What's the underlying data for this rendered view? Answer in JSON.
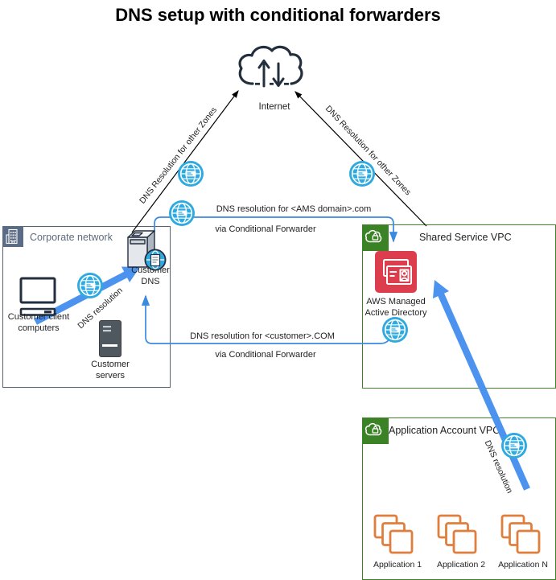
{
  "title": "DNS setup with conditional forwarders",
  "internet": {
    "label": "Internet",
    "icon": "cloud-up-down-arrows"
  },
  "edge_labels": {
    "left_zones": "DNS Resolution for other Zones",
    "right_zones": "DNS Resolution for other Zones",
    "ams_forwarder_line1": "DNS resolution for <AMS domain>.com",
    "ams_forwarder_line2": "via Conditional Forwarder",
    "customer_forwarder_line1": "DNS resolution for <customer>.COM",
    "customer_forwarder_line2": "via Conditional Forwarder",
    "corp_dns_resolution": "DNS resolution",
    "app_dns_resolution": "DNS resolution"
  },
  "corporate_network": {
    "title": "Corporate network",
    "icon": "corporate-building",
    "client_computers_label": "Customer client computers",
    "dns_label": "Customer DNS",
    "servers_label": "Customer servers"
  },
  "shared_service_vpc": {
    "title": "Shared Service VPC",
    "icon": "vpc-cloud-lock",
    "ad_label": "AWS Managed Active Directory"
  },
  "application_vpc": {
    "title": "Application Account VPC",
    "icon": "vpc-cloud-lock",
    "apps": [
      "Application 1",
      "Application 2",
      "Application N"
    ]
  },
  "colors": {
    "vpc_green": "#3b8226",
    "directory_red": "#dd3e4e",
    "application_orange": "#e07f3d",
    "corporate_slate": "#5a6b85",
    "corporate_text": "#5f6b7a",
    "globe_blue": "#2faae1",
    "flow_blue_thin": "#3b8ae0",
    "flow_blue_thick": "#4b93ee",
    "outline_dark": "#232f3e"
  }
}
